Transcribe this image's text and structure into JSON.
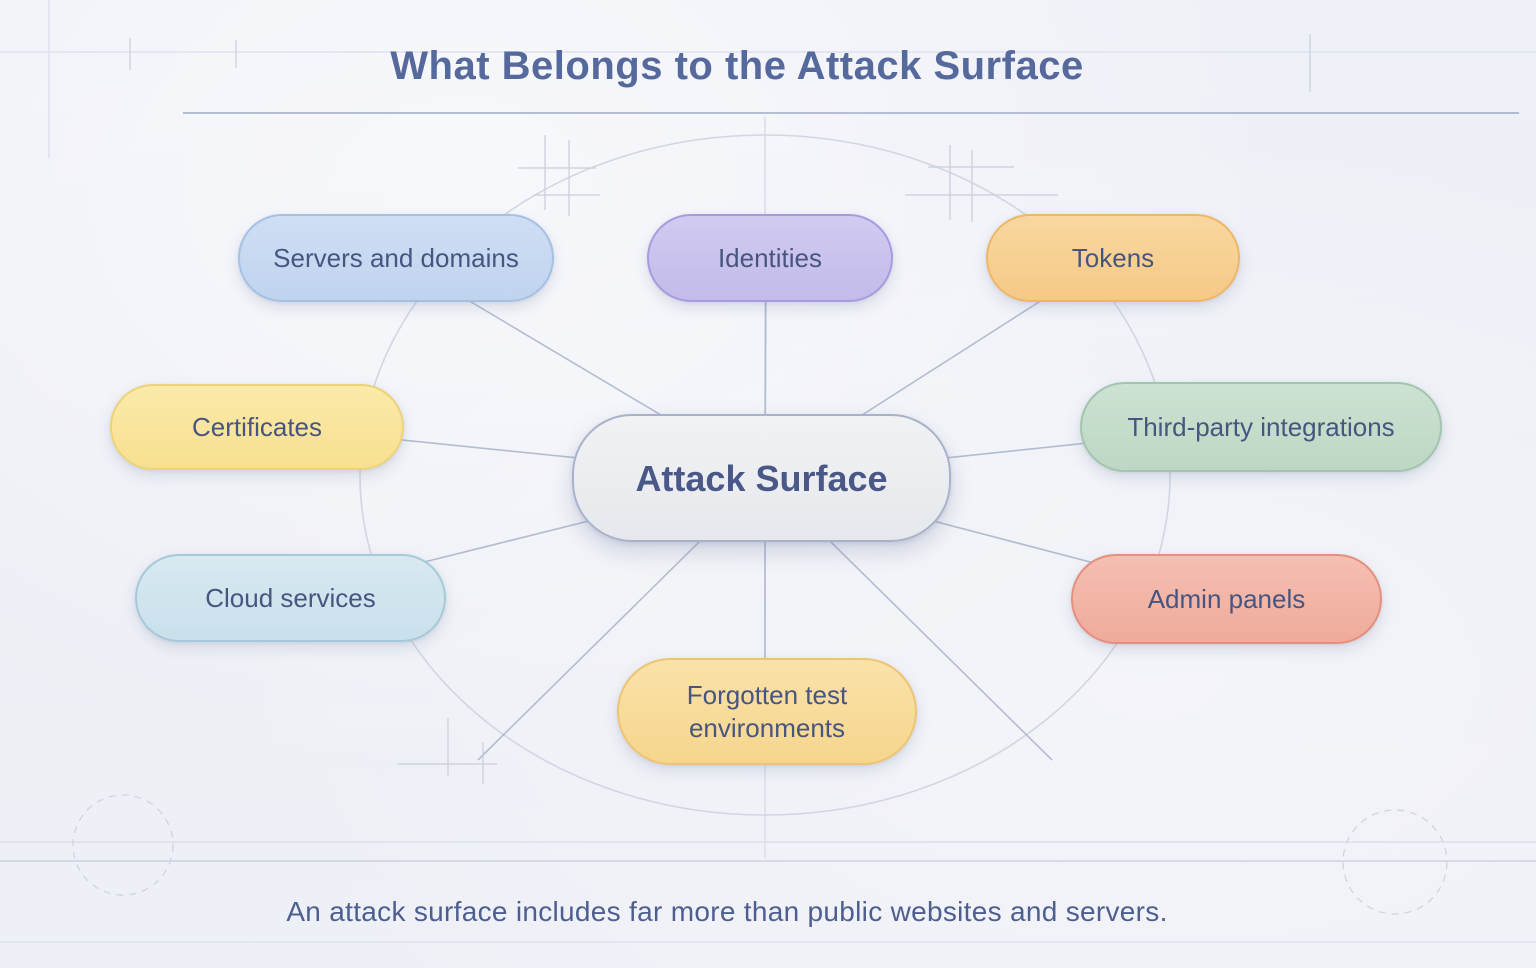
{
  "title": "What Belongs to the Attack Surface",
  "caption": "An attack surface includes far more than public websites and servers.",
  "center_node": {
    "label": "Attack Surface",
    "fill1": "#f1f2f4",
    "fill2": "#e5e8ec",
    "border": "#a9b2ca"
  },
  "spokes": [
    {
      "label": "Servers and domains",
      "fill1": "#cfdef4",
      "fill2": "#c0d4ee",
      "border": "#a6c0e4"
    },
    {
      "label": "Identities",
      "fill1": "#d1cbf1",
      "fill2": "#c3bbe9",
      "border": "#a89ade"
    },
    {
      "label": "Tokens",
      "fill1": "#f9d79f",
      "fill2": "#f5c987",
      "border": "#eeb66a"
    },
    {
      "label": "Certificates",
      "fill1": "#fbeaa9",
      "fill2": "#f7e090",
      "border": "#ecd27a"
    },
    {
      "label": "Third-party integrations",
      "fill1": "#cde2d2",
      "fill2": "#bdd7c4",
      "border": "#a2c5ad"
    },
    {
      "label": "Cloud services",
      "fill1": "#d8e9f1",
      "fill2": "#c9e0ec",
      "border": "#a6c9da"
    },
    {
      "label": "Admin panels",
      "fill1": "#f5bfb2",
      "fill2": "#efab9b",
      "border": "#e3907f"
    },
    {
      "label": "Forgotten test environments",
      "fill1": "#fae2a8",
      "fill2": "#f6d68e",
      "border": "#edc474"
    }
  ],
  "colors": {
    "text": "#475580",
    "title": "#56699c",
    "caption": "#4d5f90",
    "connector": "#a8b3ca",
    "ellipse": "#cdd3e0",
    "background": "#eef0f7"
  }
}
